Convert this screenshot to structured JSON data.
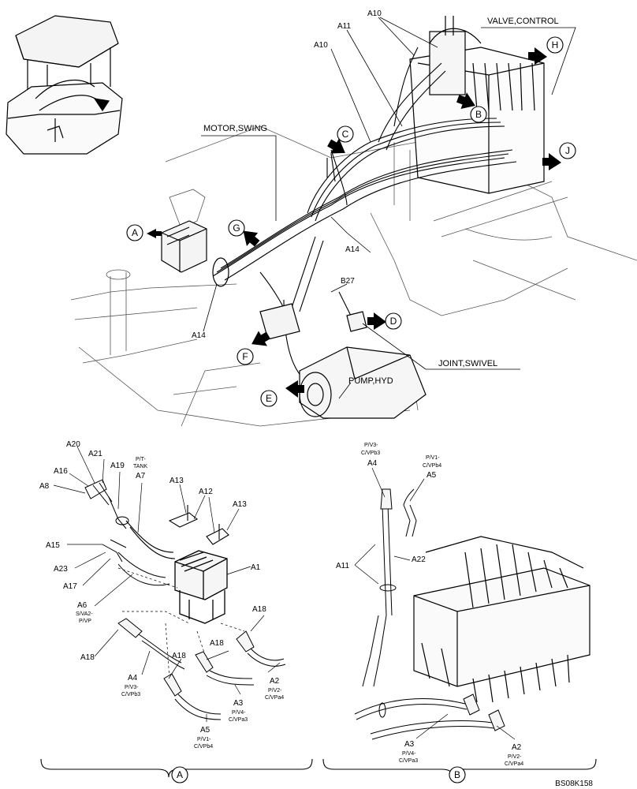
{
  "diagram_id": "BS08K158",
  "main_view": {
    "component_labels": {
      "valve_control": "VALVE,CONTROL",
      "motor_swing": "MOTOR,SWING",
      "joint_swivel": "JOINT,SWIVEL",
      "pump_hyd": "PUMP,HYD"
    },
    "part_refs": {
      "a10_left": "A10",
      "a10_top": "A10",
      "a11": "A11",
      "a14_center": "A14",
      "a14_left": "A14",
      "b27": "B27"
    },
    "callouts": {
      "a": "A",
      "b": "B",
      "c": "C",
      "d": "D",
      "e": "E",
      "f": "F",
      "g": "G",
      "h": "H",
      "j": "J"
    }
  },
  "detail_a": {
    "section_letter": "A",
    "parts": {
      "a20": "A20",
      "a21": "A21",
      "a19": "A19",
      "a16": "A16",
      "a8": "A8",
      "a7": "A7",
      "a7_desc": "P/T-\nTANK",
      "a13_left": "A13",
      "a13_right": "A13",
      "a12": "A12",
      "a15": "A15",
      "a23": "A23",
      "a17": "A17",
      "a1": "A1",
      "a6": "A6",
      "a6_desc": "S/VA2-\nP/VP",
      "a18_left": "A18",
      "a18_center": "A18",
      "a18_mid": "A18",
      "a18_right": "A18",
      "a4": "A4",
      "a4_desc": "P/V3-\nC/VPb3",
      "a3": "A3",
      "a3_desc": "P/V4-\nC/VPa3",
      "a2": "A2",
      "a2_desc": "P/V2-\nC/VPa4",
      "a5": "A5",
      "a5_desc": "P/V1-\nC/VPb4"
    }
  },
  "detail_b": {
    "section_letter": "B",
    "parts": {
      "a4": "A4",
      "a4_desc": "P/V3-\nC/VPb3",
      "a5": "A5",
      "a5_desc": "P/V1-\nC/VPb4",
      "a11": "A11",
      "a22": "A22",
      "a3": "A3",
      "a3_desc": "P/V4-\nC/VPa3",
      "a2": "A2",
      "a2_desc": "P/V2-\nC/VPa4"
    }
  }
}
